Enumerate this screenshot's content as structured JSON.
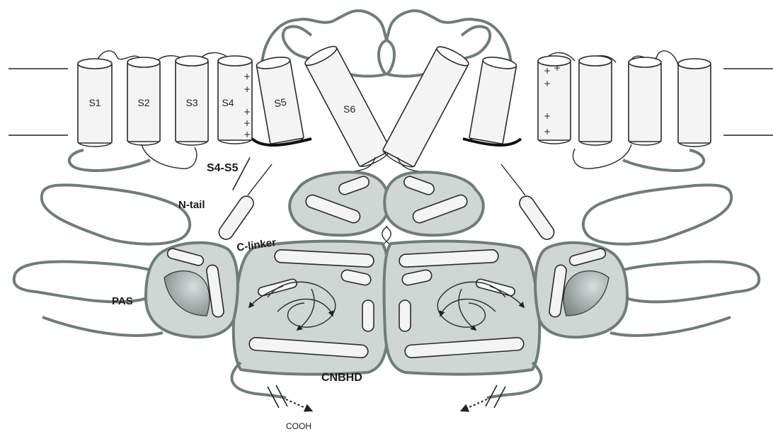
{
  "segments": {
    "s1": "S1",
    "s2": "S2",
    "s3": "S3",
    "s4": "S4",
    "s5": "S5",
    "s6": "S6"
  },
  "labels": {
    "s4_s5": "S4-S5",
    "n_tail": "N-tail",
    "c_linker": "C-linker",
    "pas": "PAS",
    "cnbhd": "CNBHD",
    "cooh": "COOH"
  },
  "charges": {
    "plus": "+"
  },
  "colors": {
    "domain_fill": "#cfd6d4",
    "loop_stroke": "#6f7c7a",
    "line": "#2a2a2a"
  }
}
